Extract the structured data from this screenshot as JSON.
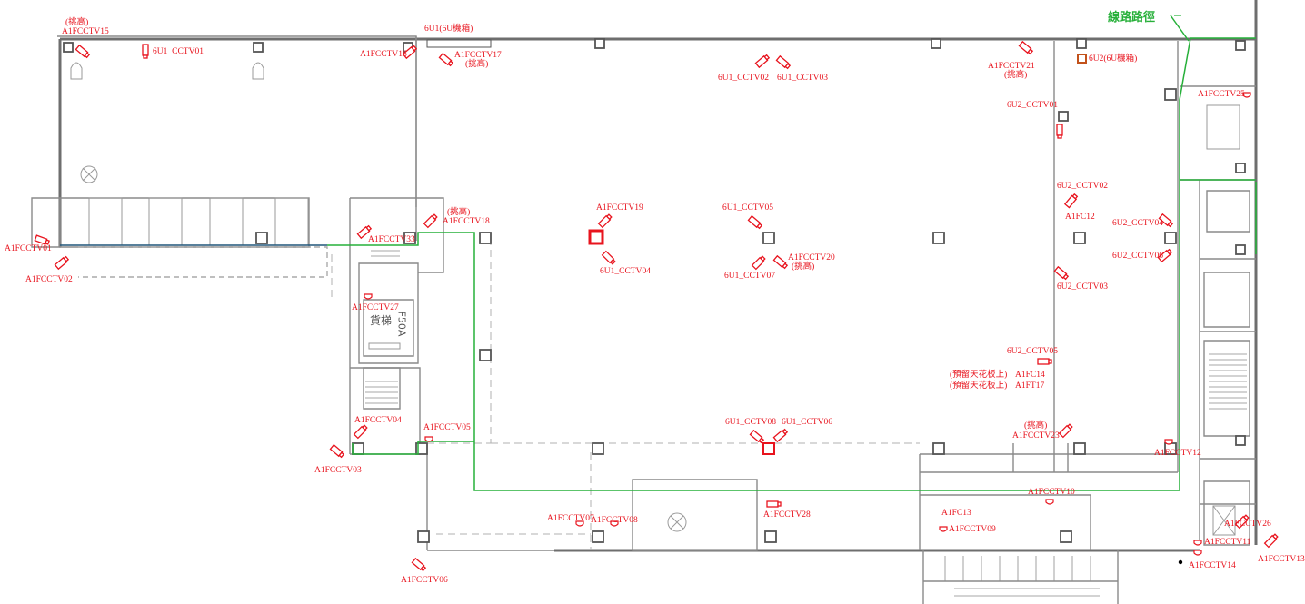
{
  "legend": {
    "route_label": "線路路徑",
    "route_color": "#27b03a"
  },
  "colors": {
    "camera": "#e8141e",
    "wall": "#707070",
    "wall_dark": "#3c3c3c",
    "route": "#27b03a"
  },
  "elevator": {
    "label": "貨梯",
    "tag": "F50A"
  },
  "cameras": [
    {
      "id": "A1FCCTV15",
      "note": "(挑高)",
      "type": "bullet"
    },
    {
      "id": "6U1_CCTV01",
      "type": "bullet"
    },
    {
      "id": "A1FCCTV16",
      "type": "bullet"
    },
    {
      "id": "6U1(6U機箱)",
      "type": "box"
    },
    {
      "id": "A1FCCTV17",
      "note": "(挑高)",
      "type": "bullet"
    },
    {
      "id": "6U1_CCTV02",
      "type": "bullet"
    },
    {
      "id": "6U1_CCTV03",
      "type": "bullet"
    },
    {
      "id": "A1FCCTV21",
      "note": "(挑高)",
      "type": "bullet"
    },
    {
      "id": "6U2(6U機箱)",
      "type": "box"
    },
    {
      "id": "A1FCCTV25",
      "type": "dome"
    },
    {
      "id": "6U2_CCTV01",
      "type": "bullet"
    },
    {
      "id": "6U2_CCTV02",
      "type": "bullet"
    },
    {
      "id": "A1FC12",
      "type": "bullet"
    },
    {
      "id": "6U2_CCTV04",
      "type": "bullet"
    },
    {
      "id": "6U2_CCTV06",
      "type": "bullet"
    },
    {
      "id": "6U2_CCTV03",
      "type": "bullet"
    },
    {
      "id": "6U2_CCTV05",
      "type": "bullet"
    },
    {
      "id": "A1FC14",
      "note": "(預留天花板上)",
      "type": "text"
    },
    {
      "id": "A1FT17",
      "note": "(預留天花板上)",
      "type": "text"
    },
    {
      "id": "A1FCCTV23",
      "note": "(挑高)",
      "type": "bullet"
    },
    {
      "id": "A1FCCTV12",
      "type": "dome"
    },
    {
      "id": "A1FCCTV10",
      "type": "dome"
    },
    {
      "id": "A1FC13",
      "type": "text"
    },
    {
      "id": "A1FCCTV09",
      "type": "dome"
    },
    {
      "id": "A1FCCTV26",
      "type": "bullet"
    },
    {
      "id": "A1FCCTV11",
      "type": "dome"
    },
    {
      "id": "A1FCCTV13",
      "type": "bullet"
    },
    {
      "id": "A1FCCTV14",
      "type": "dome"
    },
    {
      "id": "A1FCCTV28",
      "type": "bullet"
    },
    {
      "id": "6U1_CCTV08",
      "type": "bullet"
    },
    {
      "id": "6U1_CCTV06",
      "type": "bullet"
    },
    {
      "id": "A1FCCTV07",
      "type": "dome"
    },
    {
      "id": "A1FCCTV08",
      "type": "dome"
    },
    {
      "id": "A1FCCTV06",
      "type": "bullet"
    },
    {
      "id": "A1FCCTV04",
      "type": "bullet"
    },
    {
      "id": "A1FCCTV05",
      "type": "dome"
    },
    {
      "id": "A1FCCTV03",
      "type": "bullet"
    },
    {
      "id": "A1FCCTV27",
      "type": "dome"
    },
    {
      "id": "A1FCCTV33",
      "type": "bullet"
    },
    {
      "id": "A1FCCTV18",
      "note": "(挑高)",
      "type": "bullet"
    },
    {
      "id": "A1FCCTV01",
      "type": "bullet"
    },
    {
      "id": "A1FCCTV02",
      "type": "bullet"
    },
    {
      "id": "A1FCCTV19",
      "type": "bullet"
    },
    {
      "id": "6U1_CCTV04",
      "type": "bullet"
    },
    {
      "id": "6U1_CCTV05",
      "type": "bullet"
    },
    {
      "id": "6U1_CCTV07",
      "type": "bullet"
    },
    {
      "id": "A1FCCTV20",
      "note": "(挑高)",
      "type": "bullet"
    }
  ]
}
